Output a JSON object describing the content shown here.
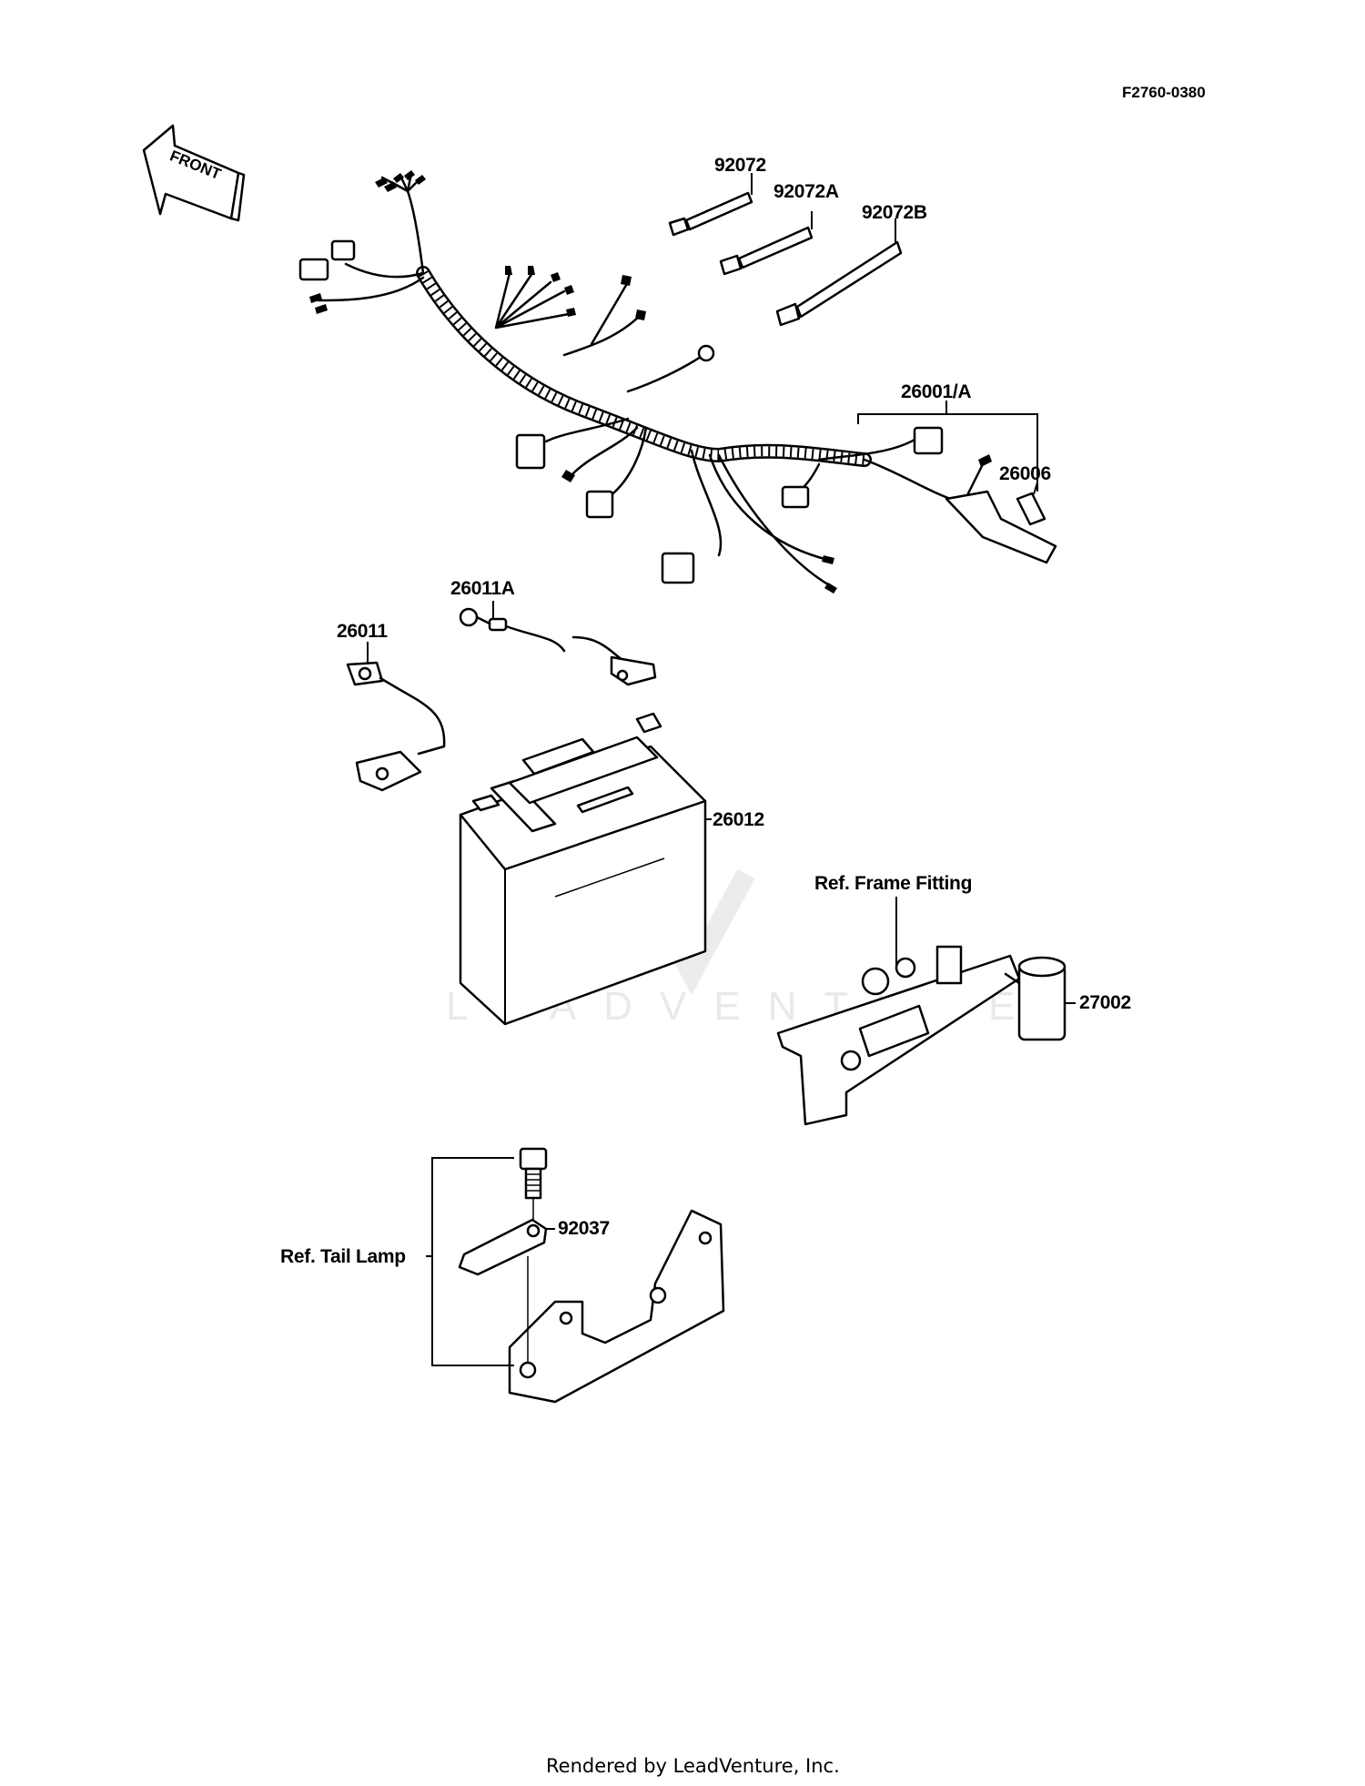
{
  "diagram_code": "F2760-0380",
  "front_sign": "FRONT",
  "parts": {
    "tie_1": "92072",
    "tie_2": "92072A",
    "tie_3": "92072B",
    "harness": "26001/A",
    "fuse": "26006",
    "cable_1": "26011A",
    "cable_2": "26011",
    "battery": "26012",
    "relay": "27002",
    "holder": "92037"
  },
  "references": {
    "frame_fitting": "Ref. Frame Fitting",
    "tail_lamp": "Ref. Tail Lamp"
  },
  "watermark": "LEADVENTURE",
  "footer": "Rendered by LeadVenture, Inc."
}
